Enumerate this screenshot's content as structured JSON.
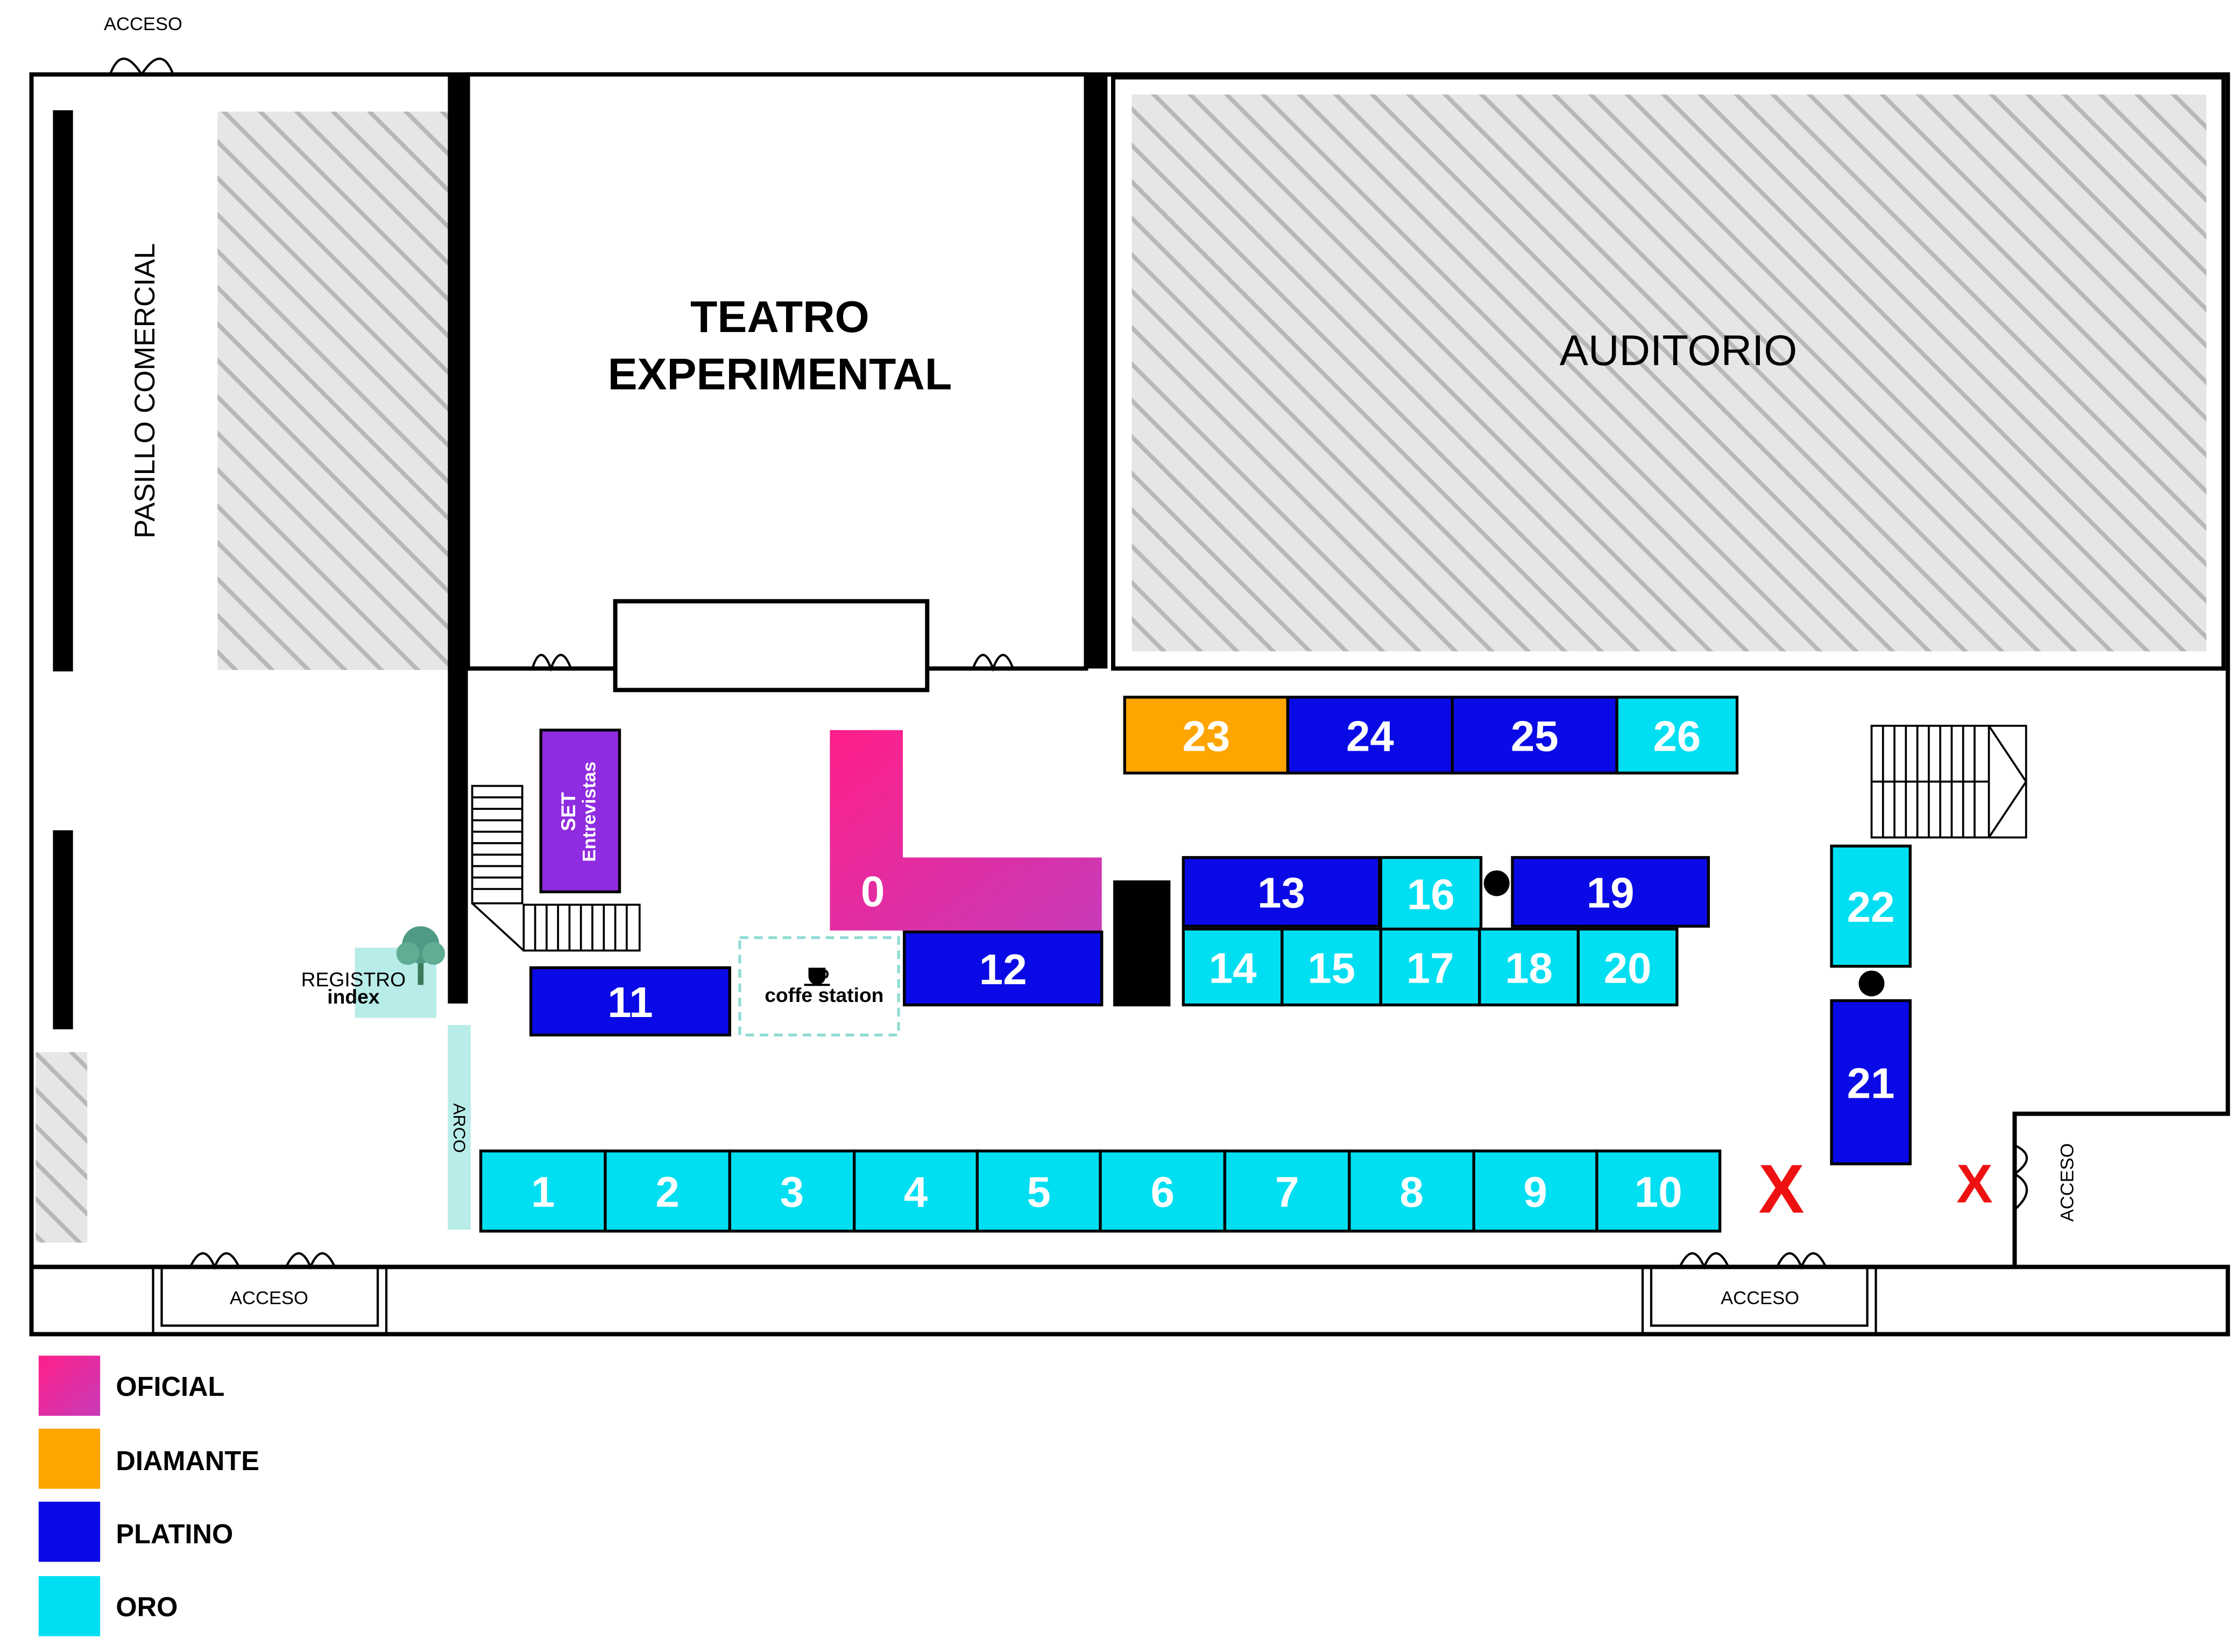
{
  "colors": {
    "oficial_start": "#ff1f8a",
    "oficial_end": "#c73ab8",
    "diamante": "#ffa500",
    "platino": "#0a0ae6",
    "oro": "#00dff2",
    "set": "#8f2be0",
    "registro": "#b8ece8",
    "arco": "#b8ece8",
    "blocked_x": "#ee1111"
  },
  "areas": {
    "teatro_line1": "TEATRO",
    "teatro_line2": "EXPERIMENTAL",
    "auditorio": "AUDITORIO",
    "pasillo": "PASILLO COMERCIAL",
    "arco": "ARCO",
    "set_line1": "SET",
    "set_line2": "Entrevistas",
    "registro_line1": "REGISTRO",
    "registro_line2": "index",
    "coffee_label": "coffe station"
  },
  "accesos": {
    "top_left": "ACCESO",
    "bottom_left": "ACCESO",
    "bottom_right": "ACCESO",
    "right_side": "ACCESO"
  },
  "booths": [
    {
      "number": "0",
      "tier": "oficial"
    },
    {
      "number": "1",
      "tier": "oro"
    },
    {
      "number": "2",
      "tier": "oro"
    },
    {
      "number": "3",
      "tier": "oro"
    },
    {
      "number": "4",
      "tier": "oro"
    },
    {
      "number": "5",
      "tier": "oro"
    },
    {
      "number": "6",
      "tier": "oro"
    },
    {
      "number": "7",
      "tier": "oro"
    },
    {
      "number": "8",
      "tier": "oro"
    },
    {
      "number": "9",
      "tier": "oro"
    },
    {
      "number": "10",
      "tier": "oro"
    },
    {
      "number": "11",
      "tier": "platino"
    },
    {
      "number": "12",
      "tier": "platino"
    },
    {
      "number": "13",
      "tier": "platino"
    },
    {
      "number": "14",
      "tier": "oro"
    },
    {
      "number": "15",
      "tier": "oro"
    },
    {
      "number": "16",
      "tier": "oro"
    },
    {
      "number": "17",
      "tier": "oro"
    },
    {
      "number": "18",
      "tier": "oro"
    },
    {
      "number": "19",
      "tier": "platino"
    },
    {
      "number": "20",
      "tier": "oro"
    },
    {
      "number": "21",
      "tier": "platino"
    },
    {
      "number": "22",
      "tier": "oro"
    },
    {
      "number": "23",
      "tier": "diamante"
    },
    {
      "number": "24",
      "tier": "platino"
    },
    {
      "number": "25",
      "tier": "platino"
    },
    {
      "number": "26",
      "tier": "oro"
    }
  ],
  "blocked_marks": [
    "X",
    "X"
  ],
  "legend": [
    {
      "label": "OFICIAL",
      "tier": "oficial"
    },
    {
      "label": "DIAMANTE",
      "tier": "diamante"
    },
    {
      "label": "PLATINO",
      "tier": "platino"
    },
    {
      "label": "ORO",
      "tier": "oro"
    }
  ]
}
